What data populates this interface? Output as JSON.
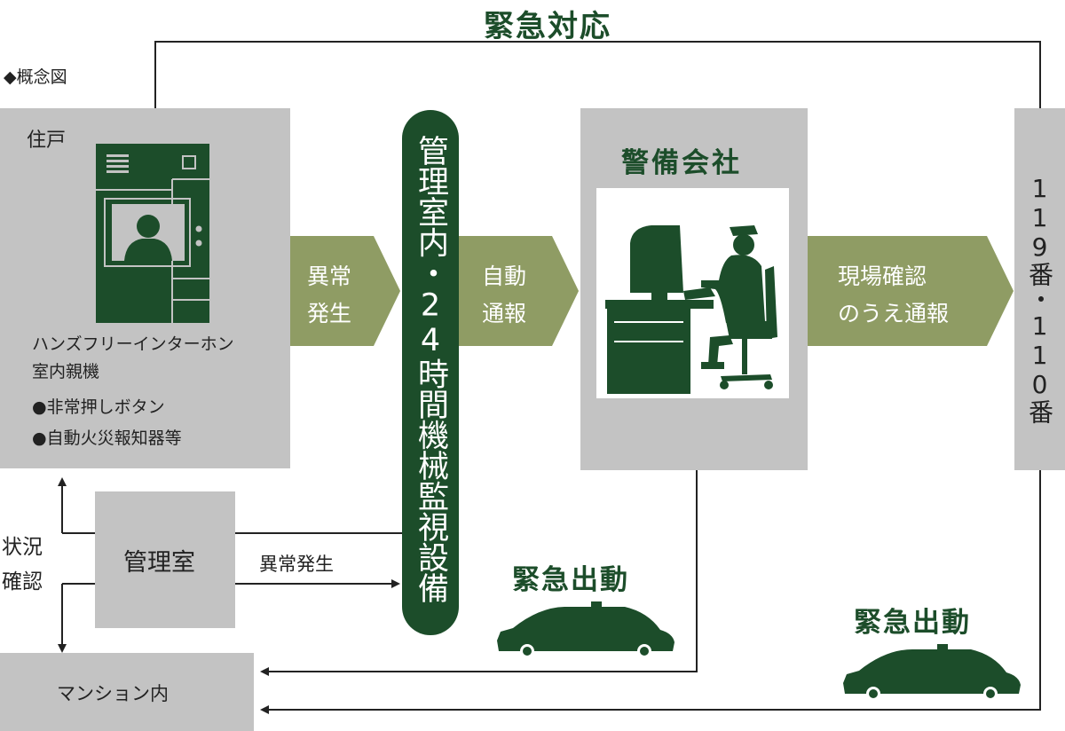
{
  "title": "緊急対応",
  "caption": "◆概念図",
  "residence": {
    "label": "住戸",
    "device_lines": [
      "ハンズフリーインターホン",
      "室内親機"
    ],
    "bullets": [
      "●非常押しボタン",
      "●自動火災報知器等"
    ]
  },
  "arrows": {
    "anomaly": [
      "異常",
      "発生"
    ],
    "auto_report": [
      "自動",
      "通報"
    ],
    "site_check": [
      "現場確認",
      "のうえ通報"
    ]
  },
  "monitor_pill": "管理室内・24時間機械監視設備",
  "security_company": "警備会社",
  "emergency_numbers": "119番・110番",
  "management_room": "管理室",
  "anomaly_inline": "異常発生",
  "status_check": [
    "状況",
    "確認"
  ],
  "dispatch_1": "緊急出動",
  "dispatch_2": "緊急出動",
  "mansion": "マンション内",
  "colors": {
    "dark_green": "#1c4d2a",
    "olive": "#8f9c64",
    "gray": "#c3c3c3"
  }
}
